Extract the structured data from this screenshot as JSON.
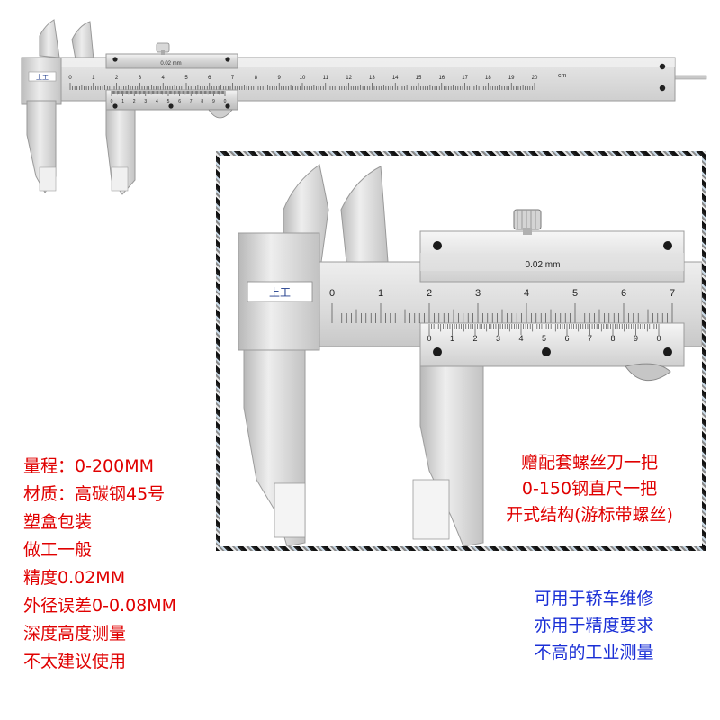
{
  "caliper_top": {
    "brand_mark": "上工",
    "vernier_label": "0.02 mm",
    "main_scale_numbers": [
      "0",
      "1",
      "2",
      "3",
      "4",
      "5",
      "6",
      "7",
      "8",
      "9",
      "10",
      "11",
      "12",
      "13",
      "14",
      "15",
      "16",
      "17",
      "18",
      "19",
      "20"
    ],
    "unit": "cm"
  },
  "caliper_inset": {
    "brand_mark": "上工",
    "vernier_label": "0.02 mm",
    "main_scale_numbers": [
      "0",
      "1",
      "2",
      "3",
      "4",
      "5",
      "6",
      "7"
    ],
    "vernier_numbers": [
      "0",
      "1",
      "2",
      "3",
      "4",
      "5",
      "6",
      "7",
      "8",
      "9",
      "0"
    ]
  },
  "specs": [
    "量程：0-200MM",
    "材质：高碳钢45号",
    "塑盒包装",
    "做工一般",
    "精度0.02MM",
    "外径误差0-0.08MM",
    "深度高度测量",
    "不太建议使用"
  ],
  "accessories": [
    "赠配套螺丝刀一把",
    "0-150钢直尺一把",
    "开式结构(游标带螺丝)"
  ],
  "usage": [
    "可用于轿车维修",
    "亦用于精度要求",
    "不高的工业测量"
  ],
  "colors": {
    "spec_text": "#e00000",
    "usage_text": "#1a2fd6"
  }
}
